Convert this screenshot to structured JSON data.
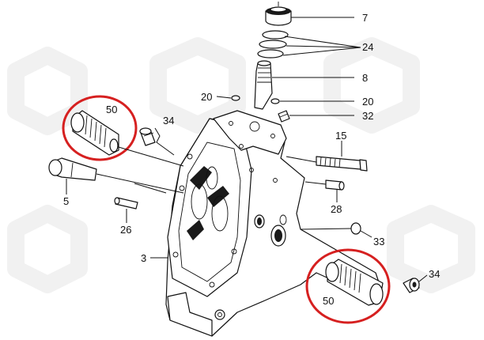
{
  "callouts": [
    {
      "id": "c7",
      "label": "7"
    },
    {
      "id": "c24",
      "label": "24"
    },
    {
      "id": "c8",
      "label": "8"
    },
    {
      "id": "c20a",
      "label": "20"
    },
    {
      "id": "c20b",
      "label": "20"
    },
    {
      "id": "c50a",
      "label": "50"
    },
    {
      "id": "c34a",
      "label": "34"
    },
    {
      "id": "c32",
      "label": "32"
    },
    {
      "id": "c15",
      "label": "15"
    },
    {
      "id": "c5",
      "label": "5"
    },
    {
      "id": "c28",
      "label": "28"
    },
    {
      "id": "c26",
      "label": "26"
    },
    {
      "id": "c33",
      "label": "33"
    },
    {
      "id": "c3",
      "label": "3"
    },
    {
      "id": "c34b",
      "label": "34"
    },
    {
      "id": "c50b",
      "label": "50"
    }
  ],
  "colors": {
    "line": "#111111",
    "highlight_ring": "#d62020",
    "watermark": "#f1f1f1",
    "background": "#ffffff"
  },
  "highlighted_parts": [
    "50",
    "50"
  ]
}
